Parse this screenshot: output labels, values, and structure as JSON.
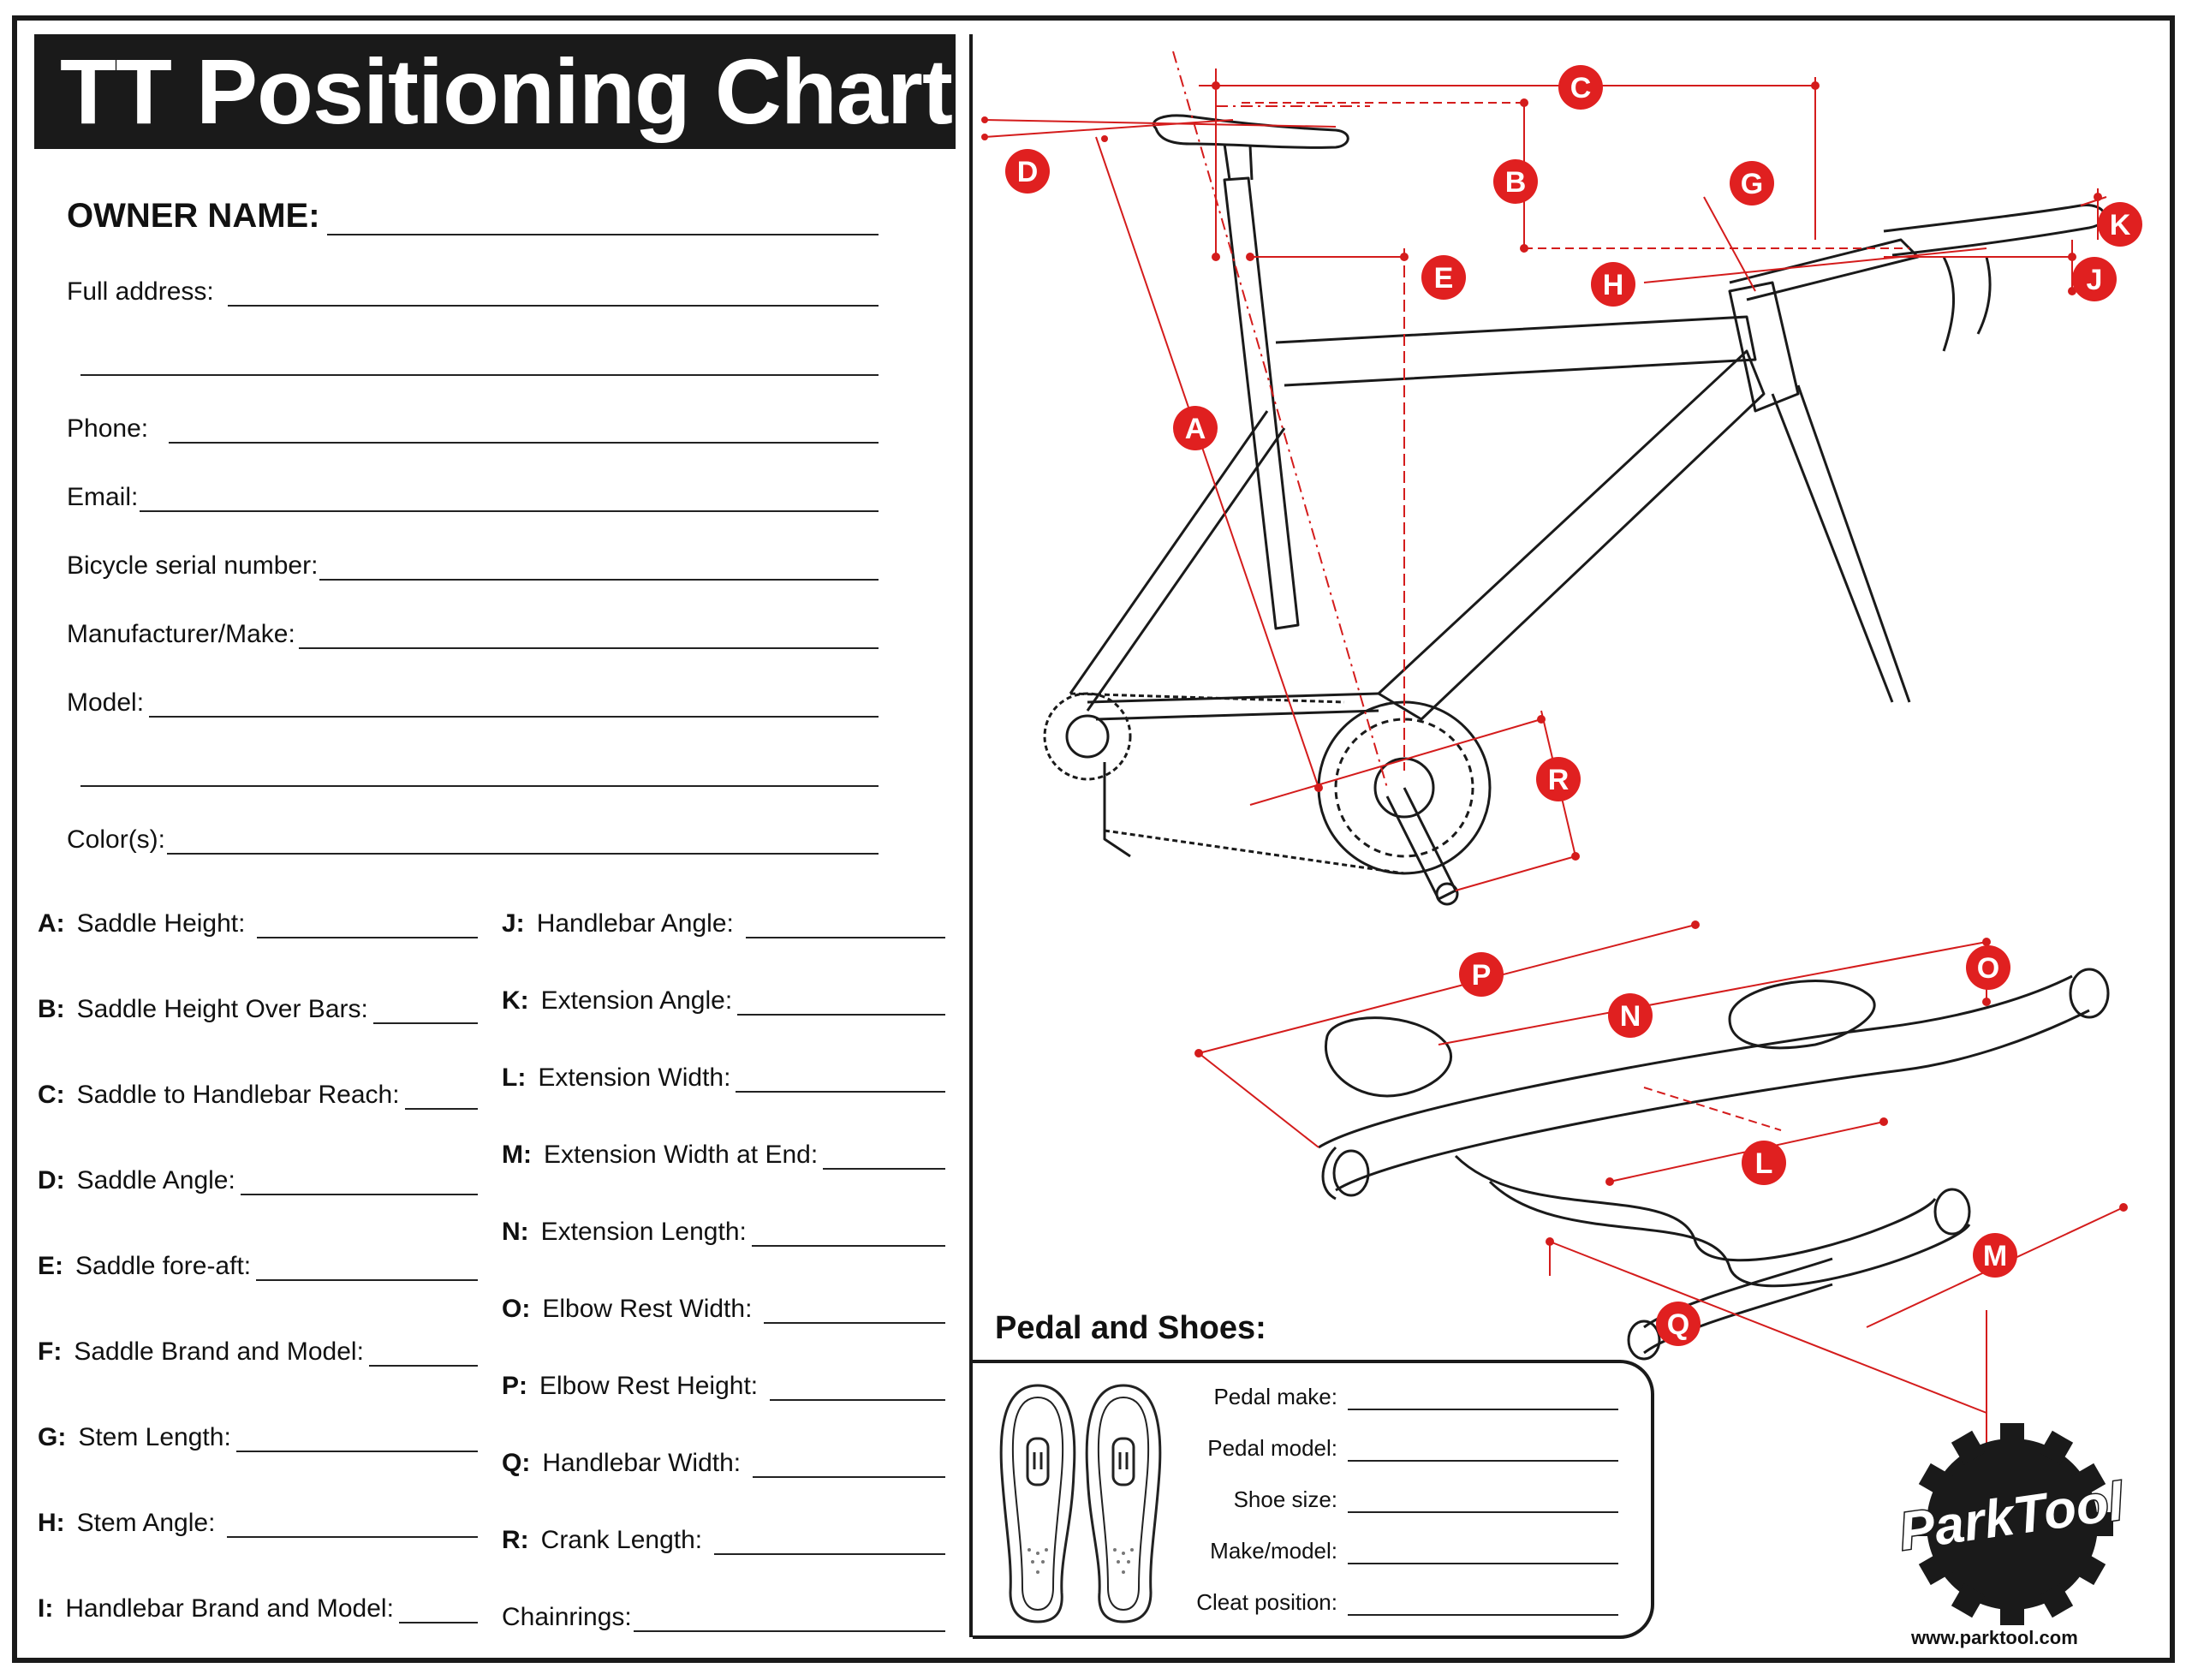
{
  "title": "TT Positioning Chart",
  "owner_label": "OWNER NAME:",
  "contact_fields": [
    {
      "label": "Full address:"
    },
    {
      "label": "Phone:"
    },
    {
      "label": "Email:"
    },
    {
      "label": "Bicycle serial number:"
    },
    {
      "label": "Manufacturer/Make:"
    },
    {
      "label": "Model:"
    },
    {
      "label": "Color(s):"
    }
  ],
  "measurements_left": [
    {
      "code": "A:",
      "label": "Saddle Height:"
    },
    {
      "code": "B:",
      "label": "Saddle Height Over Bars:"
    },
    {
      "code": "C:",
      "label": "Saddle to Handlebar Reach:"
    },
    {
      "code": "D:",
      "label": "Saddle Angle:"
    },
    {
      "code": "E:",
      "label": "Saddle fore-aft:"
    },
    {
      "code": "F:",
      "label": "Saddle Brand and Model:"
    },
    {
      "code": "G:",
      "label": "Stem Length:"
    },
    {
      "code": "H:",
      "label": "Stem Angle:"
    },
    {
      "code": "I:",
      "label": "Handlebar Brand and Model:"
    }
  ],
  "measurements_right": [
    {
      "code": "J:",
      "label": "Handlebar Angle:"
    },
    {
      "code": "K:",
      "label": "Extension Angle:"
    },
    {
      "code": "L:",
      "label": "Extension Width:"
    },
    {
      "code": "M:",
      "label": "Extension Width at End:"
    },
    {
      "code": "N:",
      "label": "Extension Length:"
    },
    {
      "code": "O:",
      "label": "Elbow Rest Width:"
    },
    {
      "code": "P:",
      "label": "Elbow Rest Height:"
    },
    {
      "code": "Q:",
      "label": "Handlebar Width:"
    },
    {
      "code": "R:",
      "label": "Crank Length:"
    },
    {
      "code": "",
      "label": "Chainrings:"
    }
  ],
  "pedal_section": {
    "title": "Pedal and Shoes:",
    "fields": [
      "Pedal make:",
      "Pedal model:",
      "Shoe size:",
      "Make/model:",
      "Cleat position:"
    ]
  },
  "diagram_markers": [
    "A",
    "B",
    "C",
    "D",
    "E",
    "G",
    "H",
    "J",
    "K",
    "L",
    "M",
    "N",
    "O",
    "P",
    "Q",
    "R"
  ],
  "logo_text": "ParkTool",
  "website": "www.parktool.com",
  "colors": {
    "accent_red": "#e02020",
    "ink": "#1a1a1a"
  }
}
